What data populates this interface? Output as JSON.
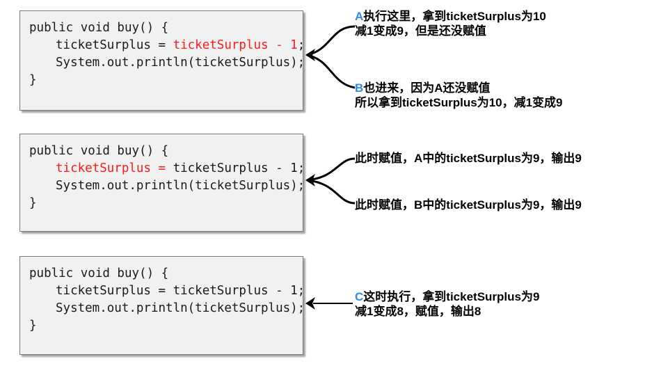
{
  "blocks": [
    {
      "line1": "public void buy() {",
      "line2": {
        "part1": "ticketSurplus = ",
        "part2": "ticketSurplus - 1",
        "part3": ";"
      },
      "line3": "System.out.println(ticketSurplus);",
      "line4": "}"
    },
    {
      "line1": "public void buy() {",
      "line2": {
        "part1": "ticketSurplus = ",
        "part2": "ticketSurplus - 1;"
      },
      "line3": "System.out.println(ticketSurplus);",
      "line4": "}"
    },
    {
      "line1": "public void buy() {",
      "line2": "ticketSurplus = ticketSurplus - 1;",
      "line3": "System.out.println(ticketSurplus);",
      "line4": "}"
    }
  ],
  "annotations": {
    "a": {
      "tag": "A",
      "line1": "执行这里，拿到ticketSurplus为10",
      "line2": "减1变成9，但是还没赋值"
    },
    "b": {
      "tag": "B",
      "line1": "也进来，因为A还没赋值",
      "line2": "所以拿到ticketSurplus为10，减1变成9"
    },
    "assign_a": "此时赋值，A中的ticketSurplus为9，输出9",
    "assign_b": "此时赋值，B中的ticketSurplus为9，输出9",
    "c": {
      "tag": "C",
      "line1": "这时执行，拿到ticketSurplus为9",
      "line2": "减1变成8，赋值，输出8"
    }
  },
  "colors": {
    "highlight": "#ff1a1a",
    "tag": "#2e8ae6"
  }
}
